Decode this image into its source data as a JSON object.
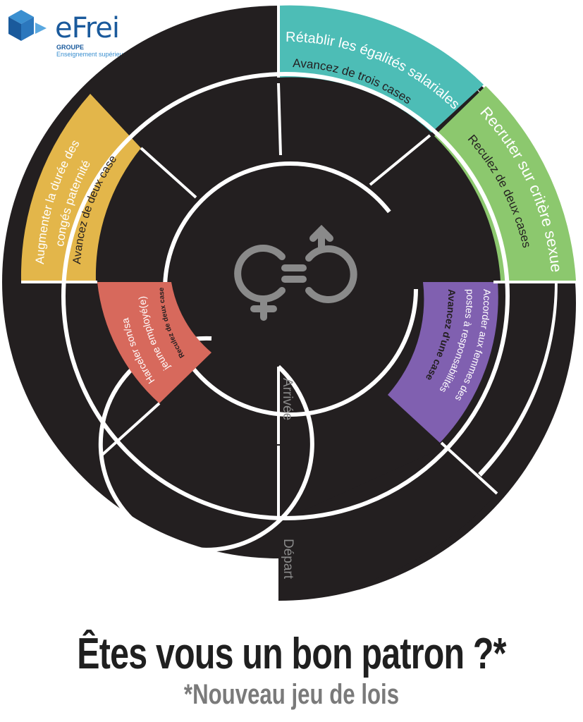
{
  "logo": {
    "brand": "eFrei",
    "groupe": "GROUPE",
    "tagline": "Enseignement supérieur"
  },
  "colors": {
    "board": "#231f20",
    "divider": "#ffffff",
    "teal": "#4dbdb6",
    "green": "#8cc86e",
    "yellow": "#e3b64a",
    "red": "#d7695c",
    "purple": "#8060b0",
    "symbol": "#8a8a8a",
    "label_gray": "#8a8a8a"
  },
  "cells": {
    "teal": {
      "title": "Rétablir les égalités salariales",
      "effect": "Avancez de trois cases"
    },
    "green": {
      "title": "Recruter sur critère sexuel",
      "effect": "Reculez de deux cases"
    },
    "yellow": {
      "title_1": "Augmenter la durée des",
      "title_2": "congés paternité",
      "effect": "Avancez de deux cases"
    },
    "red": {
      "title_1": "Harceler son/sa",
      "title_2": "jeune employé(e)",
      "effect": "Reculez de deux cases"
    },
    "purple": {
      "title_1": "Accorder aux femmes des",
      "title_2": "postes à responsabilités",
      "effect": "Avancez d'une case"
    }
  },
  "labels": {
    "start": "Départ",
    "finish": "Arrivée"
  },
  "center_icon": "gender-equality-icon",
  "title": "Êtes vous un bon patron ?*",
  "subtitle": "*Nouveau jeu de lois"
}
